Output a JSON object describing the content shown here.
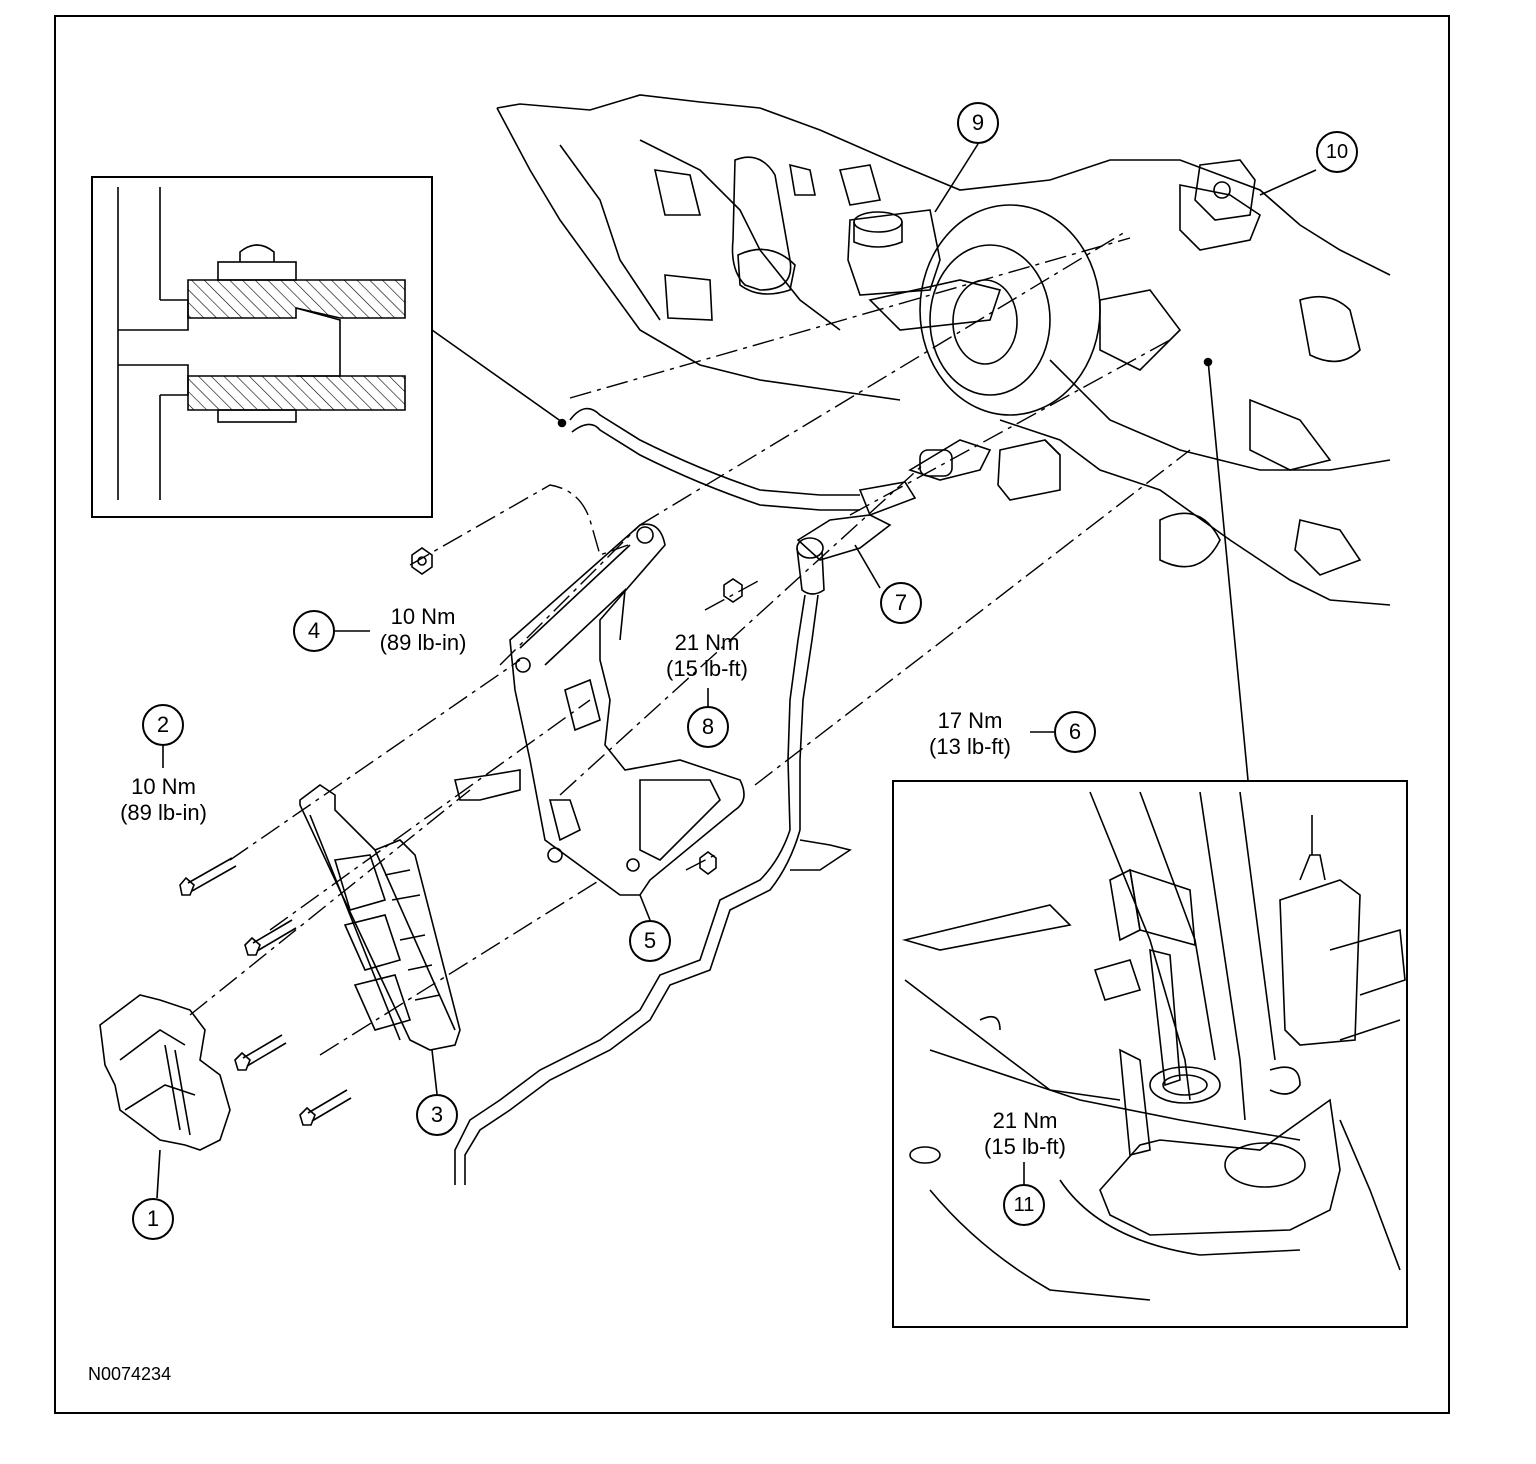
{
  "drawing_id": "N0074234",
  "callouts": [
    "1",
    "2",
    "3",
    "4",
    "5",
    "6",
    "7",
    "8",
    "9",
    "10",
    "11"
  ],
  "torques": {
    "t2": {
      "nm": "10 Nm",
      "imp": "(89 lb-in)"
    },
    "t4": {
      "nm": "10 Nm",
      "imp": "(89 lb-in)"
    },
    "t6": {
      "nm": "17 Nm",
      "imp": "(13 lb-ft)"
    },
    "t8": {
      "nm": "21 Nm",
      "imp": "(15 lb-ft)"
    },
    "t11": {
      "nm": "21 Nm",
      "imp": "(15 lb-ft)"
    }
  }
}
